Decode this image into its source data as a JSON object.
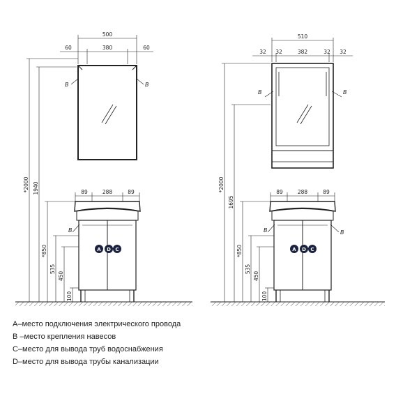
{
  "left_view": {
    "mirror": {
      "width_total": "500",
      "side_left": "60",
      "inner": "380",
      "side_right": "60",
      "mount_label": "B"
    },
    "vertical": {
      "total": "*2000",
      "mirror_top": "1940"
    },
    "cabinet": {
      "top_left": "89",
      "top_mid": "288",
      "top_right": "89",
      "mount_label": "B",
      "h850": "*850",
      "h535": "535",
      "h450": "450",
      "h100": "100",
      "connectors": [
        "A",
        "D",
        "C"
      ]
    }
  },
  "right_view": {
    "mirror": {
      "width_total": "510",
      "d1": "32",
      "d2": "32",
      "inner": "382",
      "d3": "32",
      "d4": "32",
      "mount_label": "B"
    },
    "vertical": {
      "total": "*2000",
      "mirror_top": "1695"
    },
    "cabinet": {
      "top_left": "89",
      "top_mid": "288",
      "top_right": "89",
      "mount_label": "B",
      "h850": "*850",
      "h535": "535",
      "h450": "450",
      "h100": "100",
      "connectors": [
        "A",
        "D",
        "C"
      ]
    }
  },
  "legend": [
    "A–место подключения электрического провода",
    "B –место крепления навесов",
    "C–место для вывода труб водоснабжения",
    "D–место для вывода трубы канализации"
  ]
}
